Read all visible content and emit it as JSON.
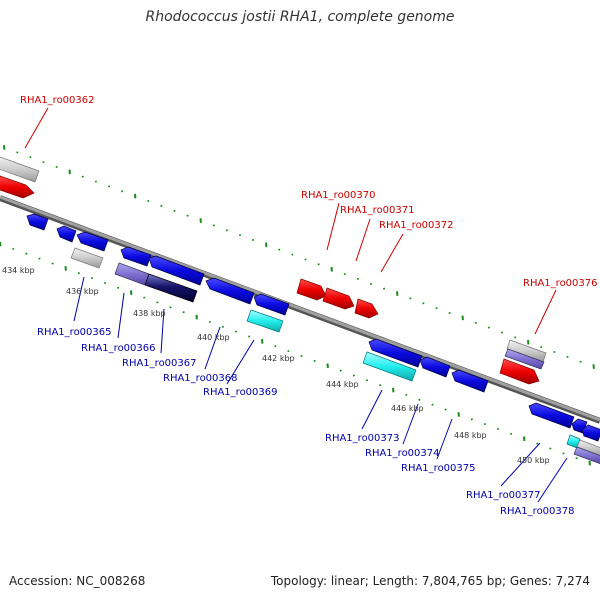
{
  "title": "Rhodococcus jostii RHA1, complete genome",
  "footer": {
    "accession": "Accession: NC_008268",
    "summary": "Topology: linear; Length: 7,804,765 bp; Genes: 7,274"
  },
  "colors": {
    "top_label": "#cc0000",
    "bottom_label": "#0000aa",
    "tick": "#1a8c1a",
    "backbone": "#888888"
  },
  "scale_ticks": [
    "434 kbp",
    "436 kbp",
    "438 kbp",
    "440 kbp",
    "442 kbp",
    "444 kbp",
    "446 kbp",
    "448 kbp",
    "450 kbp"
  ],
  "gene_labels_top": [
    "RHA1_ro00362",
    "RHA1_ro00370",
    "RHA1_ro00371",
    "RHA1_ro00372",
    "RHA1_ro00376"
  ],
  "gene_labels_bottom": [
    "RHA1_ro00365",
    "RHA1_ro00366",
    "RHA1_ro00367",
    "RHA1_ro00368",
    "RHA1_ro00369",
    "RHA1_ro00373",
    "RHA1_ro00374",
    "RHA1_ro00375",
    "RHA1_ro00377",
    "RHA1_ro00378"
  ]
}
